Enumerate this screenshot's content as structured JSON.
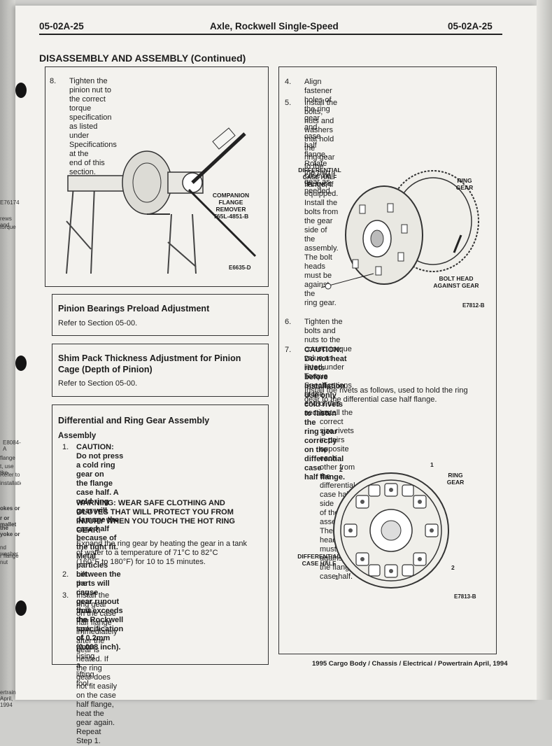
{
  "header": {
    "left_page": "05-02A-25",
    "title": "Axle, Rockwell Single-Speed",
    "right_page": "05-02A-25"
  },
  "section_title": "DISASSEMBLY AND ASSEMBLY (Continued)",
  "left_column": {
    "step8": {
      "num": "8.",
      "lines": [
        "Tighten the pinion nut to the correct torque",
        "specification as listed under Specifications at the",
        "end of this section."
      ],
      "callout": [
        "COMPANION",
        "FLANGE",
        "REMOVER",
        "T65L-4851-B"
      ],
      "figure_code": "E6635-D"
    },
    "pinion_box": {
      "title": "Pinion Bearings Preload Adjustment",
      "ref": "Refer to Section 05-00."
    },
    "shim_box": {
      "title_lines": [
        "Shim Pack Thickness Adjustment for Pinion",
        "Cage (Depth of Pinion)"
      ],
      "ref": "Refer to Section 05-00."
    },
    "diff_box": {
      "title": "Differential and Ring Gear Assembly",
      "subtitle": "Assembly",
      "step1_num": "1.",
      "step1_caution": [
        "CAUTION: Do not press a cold ring gear on",
        "the flange case half. A cold ring gear will",
        "damage the case half because of the tight fit.",
        "Metal particles between the parts will cause",
        "gear runout that exceeds the Rockwell",
        "specification of 0.2mm (0.008 inch)."
      ],
      "step1_warning": [
        "WARNING: WEAR SAFE CLOTHING AND",
        "GLOVES THAT WILL PROTECT YOU FROM",
        "INJURY WHEN YOU TOUCH THE HOT RING",
        "GEAR."
      ],
      "step1_text": [
        "Expand the ring gear by heating the gear in a tank",
        "of water to a temperature of 71°C to 82°C",
        "(160°F to 180°F) for 10 to 15 minutes."
      ],
      "step2_num": "2.",
      "step2": [
        "Lift the ring gear from the tank of water using a",
        "lifting tool."
      ],
      "step3_num": "3.",
      "step3": [
        "Install the ring gear on the case half flange",
        "immediately after the gear is heated. If the ring",
        "gear does not fit easily on the case half flange,",
        "heat the gear again. Repeat Step 1."
      ]
    }
  },
  "right_column": {
    "step4": {
      "num": "4.",
      "lines": [
        "Align fastener holes of the ring gear and case half",
        "flange. Rotate the ring gear as needed."
      ]
    },
    "step5": {
      "num": "5.",
      "lines": [
        "Install the bolts, nuts and washers that hold the",
        "ring gear to the case half flange, if equipped.",
        "Install the bolts from the gear side of the",
        "assembly. The bolt heads must be against the",
        "ring gear."
      ]
    },
    "fig1": {
      "label_flange": [
        "DIFFERENTIAL",
        "CASE HALF",
        "FLANGE"
      ],
      "label_ring": [
        "RING",
        "GEAR"
      ],
      "label_bolt": [
        "BOLT HEAD",
        "AGAINST GEAR"
      ],
      "code": "E7812-B"
    },
    "step6": {
      "num": "6.",
      "lines": [
        "Tighten the bolts and nuts to the correct torque",
        "value as listed under Torque Specifications at the",
        "end of this section."
      ]
    },
    "step7": {
      "num": "7.",
      "caution": [
        "CAUTION: Do not heat rivets before",
        "installation. Use only cold rivets to fasten the",
        "ring gear correctly on the differential case",
        "half flange."
      ],
      "text": [
        "Install the rivets as follows, used to hold the ring",
        "gear to the differential case half flange."
      ],
      "sub_a_num": "a.",
      "sub_a": [
        "Install the correct size rivets in pairs opposite",
        "each other from the differential case half side",
        "of the assembly. The rivet heads must be",
        "against the flange case half."
      ]
    },
    "fig2": {
      "label_ring": [
        "RING",
        "GEAR"
      ],
      "label_case": [
        "DIFFERENTIAL",
        "CASE HALF"
      ],
      "n1": "1",
      "n2": "2",
      "code": "E7813-B"
    }
  },
  "footer": "1995 Cargo Body / Chassis / Electrical / Powertrain April, 1994",
  "left_edge_snippets": [
    "E76174",
    "rews and",
    "torque",
    "E8084-A",
    "flange",
    "t, use the",
    "Refer to",
    "installation",
    "okes or",
    "r or mallet",
    "the yoke or",
    "nd washer",
    "r flange nut",
    "ertrain April, 1994"
  ]
}
